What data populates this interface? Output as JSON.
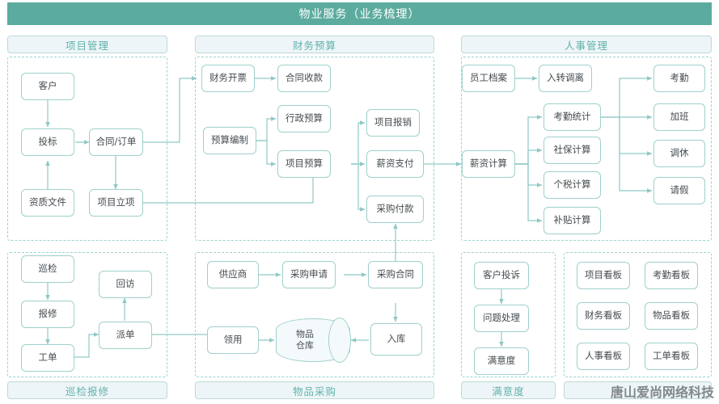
{
  "header": {
    "title": "物业服务（业务梳理）",
    "bg": "#5bab9e"
  },
  "watermark": {
    "text": "唐山爱尚网络科技"
  },
  "theme": {
    "node_border": "#9fd0cb",
    "panel_label_text": "#61b3ac",
    "panel_label_bg": "#eef5f8",
    "panel_dash": "#9ad3d0",
    "edge": "#8fc9c6"
  },
  "panels": [
    {
      "id": "project",
      "label": "项目管理",
      "label_pos": "top"
    },
    {
      "id": "finance",
      "label": "财务预算",
      "label_pos": "top"
    },
    {
      "id": "hr",
      "label": "人事管理",
      "label_pos": "top"
    },
    {
      "id": "inspection",
      "label": "巡检报修",
      "label_pos": "bottom"
    },
    {
      "id": "procurement",
      "label": "物品采购",
      "label_pos": "bottom"
    },
    {
      "id": "satisfaction",
      "label": "满意度",
      "label_pos": "bottom"
    },
    {
      "id": "dashboard",
      "label": "",
      "label_pos": "bottom"
    }
  ],
  "nodes": {
    "project": [
      {
        "id": "customer",
        "label": "客户"
      },
      {
        "id": "bidding",
        "label": "投标"
      },
      {
        "id": "contract",
        "label": "合同/订单"
      },
      {
        "id": "qualification",
        "label": "资质文件"
      },
      {
        "id": "initiation",
        "label": "项目立项"
      }
    ],
    "finance": [
      {
        "id": "invoicing",
        "label": "财务开票"
      },
      {
        "id": "contract-receipt",
        "label": "合同收款"
      },
      {
        "id": "budget-prep",
        "label": "预算编制"
      },
      {
        "id": "admin-budget",
        "label": "行政预算"
      },
      {
        "id": "project-budget",
        "label": "项目预算"
      },
      {
        "id": "reimbursement",
        "label": "项目报销"
      },
      {
        "id": "salary-payment",
        "label": "薪资支付"
      },
      {
        "id": "purchase-payment",
        "label": "采购付款"
      }
    ],
    "hr": [
      {
        "id": "employee-file",
        "label": "员工档案"
      },
      {
        "id": "transfer",
        "label": "入转调离"
      },
      {
        "id": "salary-calc",
        "label": "薪资计算"
      },
      {
        "id": "attendance-stats",
        "label": "考勤统计"
      },
      {
        "id": "social-security",
        "label": "社保计算"
      },
      {
        "id": "income-tax",
        "label": "个税计算"
      },
      {
        "id": "subsidy",
        "label": "补贴计算"
      },
      {
        "id": "attendance",
        "label": "考勤"
      },
      {
        "id": "overtime",
        "label": "加班"
      },
      {
        "id": "time-off",
        "label": "调休"
      },
      {
        "id": "leave",
        "label": "请假"
      }
    ],
    "inspection": [
      {
        "id": "patrol",
        "label": "巡检"
      },
      {
        "id": "repair-req",
        "label": "报修"
      },
      {
        "id": "work-order",
        "label": "工单"
      },
      {
        "id": "dispatch",
        "label": "派单"
      },
      {
        "id": "followup",
        "label": "回访"
      }
    ],
    "procurement": [
      {
        "id": "supplier",
        "label": "供应商"
      },
      {
        "id": "purchase-request",
        "label": "采购申请"
      },
      {
        "id": "purchase-contract",
        "label": "采购合同"
      },
      {
        "id": "requisition",
        "label": "领用"
      },
      {
        "id": "warehouse",
        "label": "物品\n仓库",
        "line1": "物品",
        "line2": "仓库",
        "shape": "cylinder"
      },
      {
        "id": "stock-in",
        "label": "入库"
      }
    ],
    "satisfaction": [
      {
        "id": "complaint",
        "label": "客户投诉"
      },
      {
        "id": "issue-handle",
        "label": "问题处理"
      },
      {
        "id": "satisfaction",
        "label": "满意度"
      }
    ],
    "dashboard": [
      {
        "id": "board-project",
        "label": "项目看板"
      },
      {
        "id": "board-attendance",
        "label": "考勤看板"
      },
      {
        "id": "board-finance",
        "label": "财务看板"
      },
      {
        "id": "board-goods",
        "label": "物品看板"
      },
      {
        "id": "board-hr",
        "label": "人事看板"
      },
      {
        "id": "board-workorder",
        "label": "工单看板"
      }
    ]
  }
}
